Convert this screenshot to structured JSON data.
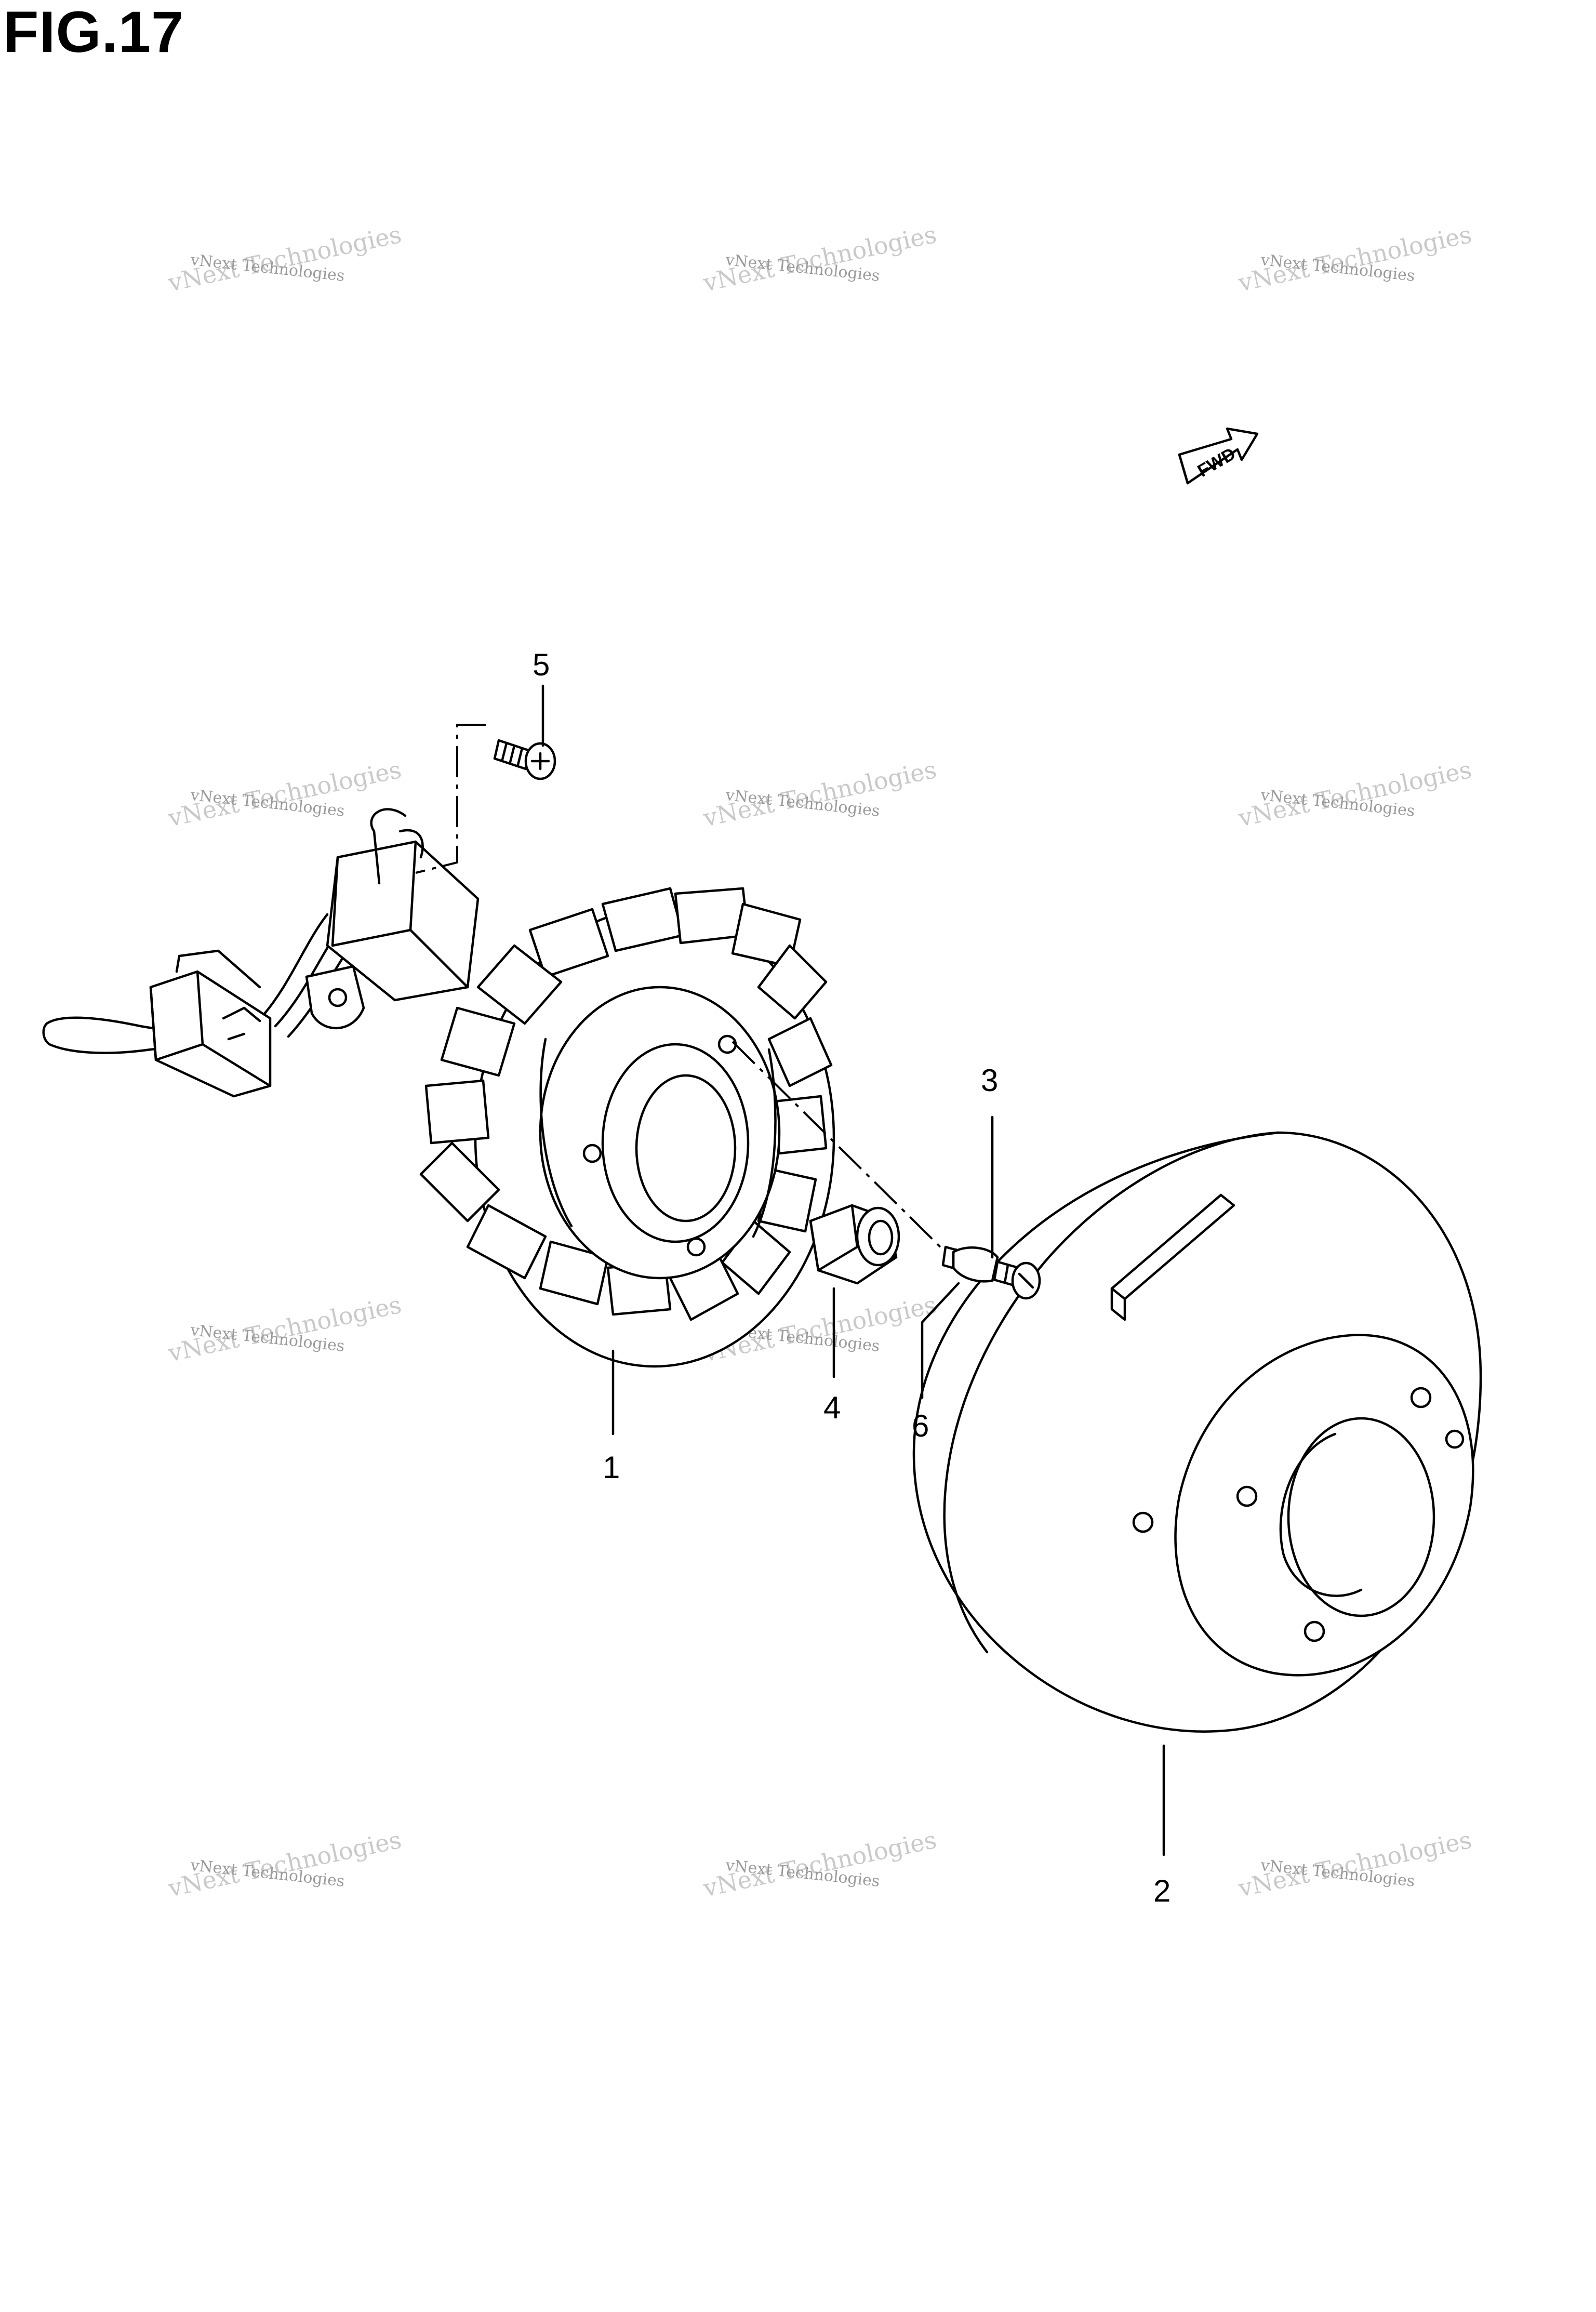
{
  "figure": {
    "title": "FIG.17"
  },
  "direction_arrow": {
    "label": "FWD"
  },
  "callouts": [
    {
      "id": "1",
      "label": "1"
    },
    {
      "id": "2",
      "label": "2"
    },
    {
      "id": "3",
      "label": "3"
    },
    {
      "id": "4",
      "label": "4"
    },
    {
      "id": "5",
      "label": "5"
    },
    {
      "id": "6",
      "label": "6"
    }
  ],
  "watermark": {
    "line1": "vNext Technologies",
    "line2": "vNext Technologies"
  }
}
